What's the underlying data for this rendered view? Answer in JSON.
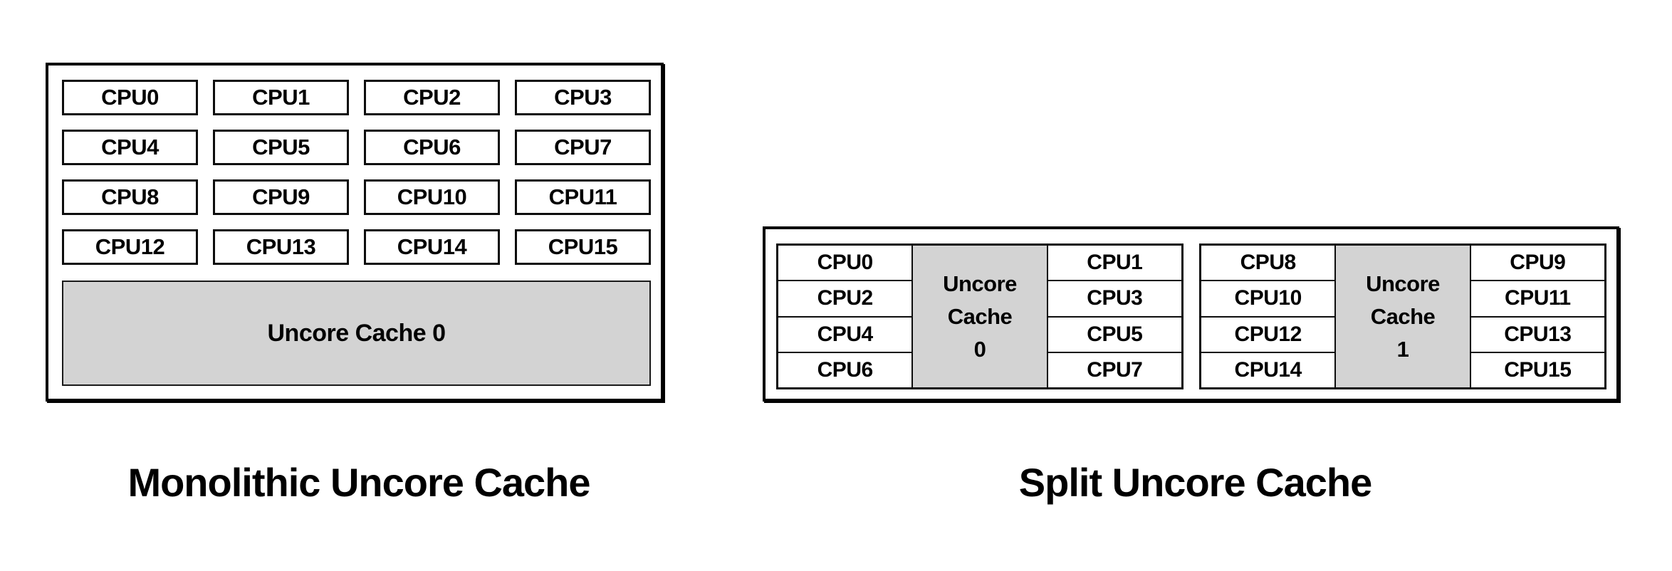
{
  "colors": {
    "background": "#ffffff",
    "border": "#000000",
    "cpu_fill": "#ffffff",
    "cache_fill": "#d3d3d3",
    "text": "#000000"
  },
  "monolithic": {
    "caption": "Monolithic Uncore Cache",
    "cache_label": "Uncore Cache 0",
    "cpus": [
      "CPU0",
      "CPU1",
      "CPU2",
      "CPU3",
      "CPU4",
      "CPU5",
      "CPU6",
      "CPU7",
      "CPU8",
      "CPU9",
      "CPU10",
      "CPU11",
      "CPU12",
      "CPU13",
      "CPU14",
      "CPU15"
    ]
  },
  "split": {
    "caption": "Split Uncore Cache",
    "clusters": [
      {
        "left_cpus": [
          "CPU0",
          "CPU2",
          "CPU4",
          "CPU6"
        ],
        "cache_label": "Uncore\nCache\n0",
        "right_cpus": [
          "CPU1",
          "CPU3",
          "CPU5",
          "CPU7"
        ]
      },
      {
        "left_cpus": [
          "CPU8",
          "CPU10",
          "CPU12",
          "CPU14"
        ],
        "cache_label": "Uncore\nCache\n1",
        "right_cpus": [
          "CPU9",
          "CPU11",
          "CPU13",
          "CPU15"
        ]
      }
    ]
  }
}
